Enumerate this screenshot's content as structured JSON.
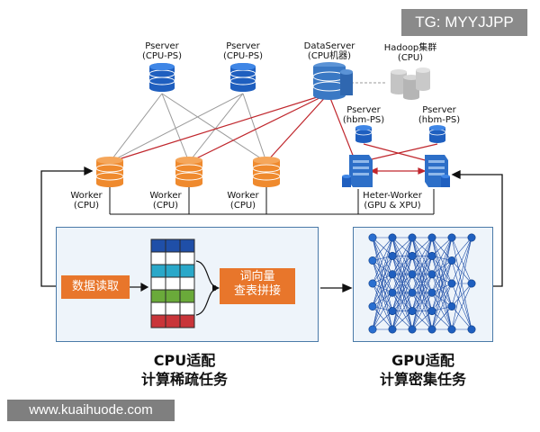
{
  "watermark_top": "TG: MYYJJPP",
  "watermark_bottom": "www.kuaihuode.com",
  "pservers": [
    {
      "name": "Pserver",
      "sub": "(CPU-PS)"
    },
    {
      "name": "Pserver",
      "sub": "(CPU-PS)"
    }
  ],
  "dataserver": {
    "name": "DataServer",
    "sub": "(CPU机器)"
  },
  "hadoop": {
    "name": "Hadoop集群",
    "sub": "(CPU)"
  },
  "hbm_pservers": [
    {
      "name": "Pserver",
      "sub": "(hbm-PS)"
    },
    {
      "name": "Pserver",
      "sub": "(hbm-PS)"
    }
  ],
  "workers": [
    {
      "name": "Worker",
      "sub": "(CPU)"
    },
    {
      "name": "Worker",
      "sub": "(CPU)"
    },
    {
      "name": "Worker",
      "sub": "(CPU)"
    }
  ],
  "heter_worker": {
    "name": "Heter-Worker",
    "sub": "(GPU & XPU)"
  },
  "cpu_panel": {
    "read_label": "数据读取",
    "lookup_line1": "词向量",
    "lookup_line2": "查表拼接"
  },
  "cpu_caption": {
    "line1": "CPU适配",
    "line2": "计算稀疏任务"
  },
  "gpu_caption": {
    "line1": "GPU适配",
    "line2": "计算密集任务"
  },
  "colors": {
    "ps_blue": "#1f5fbf",
    "dataserver_blue": "#3a78c4",
    "hadoop_gray": "#bdbdbd",
    "worker_orange": "#ef8a2e",
    "red_link": "#c0272d",
    "gray_link": "#9a9a9a",
    "panel_border": "#4a7aa8"
  }
}
